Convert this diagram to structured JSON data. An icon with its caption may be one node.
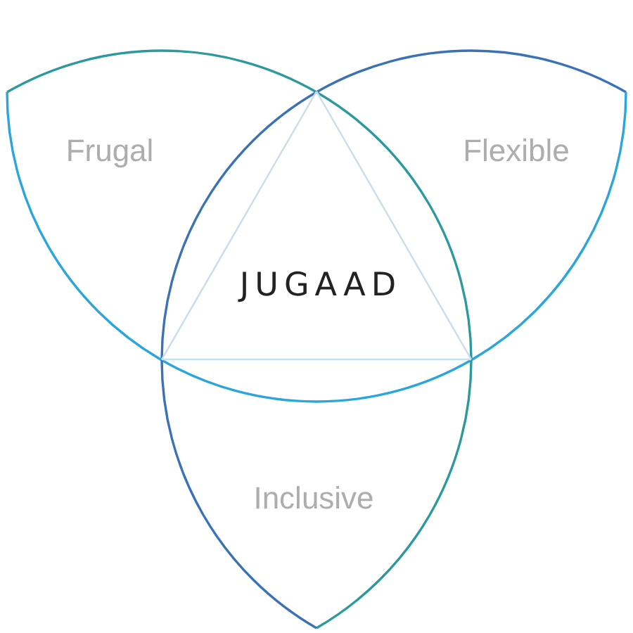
{
  "diagram": {
    "nodes": [
      {
        "text": [
          "Frugal"
        ]
      },
      {
        "text": [
          "Flexible"
        ]
      },
      {
        "text": [
          "Inclusive"
        ]
      },
      {
        "text": [
          "JUGAAD"
        ]
      }
    ]
  }
}
